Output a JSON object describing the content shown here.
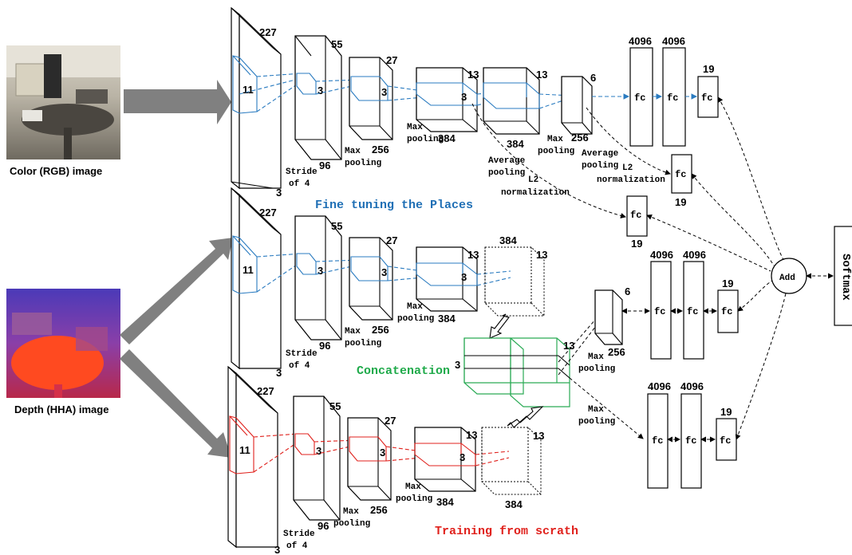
{
  "images": {
    "color_caption": "Color (RGB) image",
    "depth_caption": "Depth (HHA) image"
  },
  "labels": {
    "fine_tuning": "Fine tuning the Places",
    "concatenation": "Concatenation",
    "training": "Training from scrath",
    "softmax": "Softmax",
    "add": "Add",
    "fc": "fc",
    "stride_line1": "Stride",
    "stride_line2": "of 4",
    "max": "Max",
    "pooling": "pooling",
    "average": "Average",
    "l2": "L2",
    "normalization": "normalization"
  },
  "dims": {
    "input": "227",
    "kernel11": "11",
    "channels3": "3",
    "conv2": "55",
    "conv3": "27",
    "conv4": "13",
    "conv5": "13",
    "pool": "6",
    "ch96": "96",
    "ch256": "256",
    "ch384": "384",
    "ch256b": "256",
    "k3": "3",
    "fc4096": "4096",
    "fc19": "19"
  },
  "colors": {
    "blue": "#1f6fb5",
    "green": "#1faa4a",
    "red": "#e0211c",
    "arrow_gray": "#808080"
  }
}
